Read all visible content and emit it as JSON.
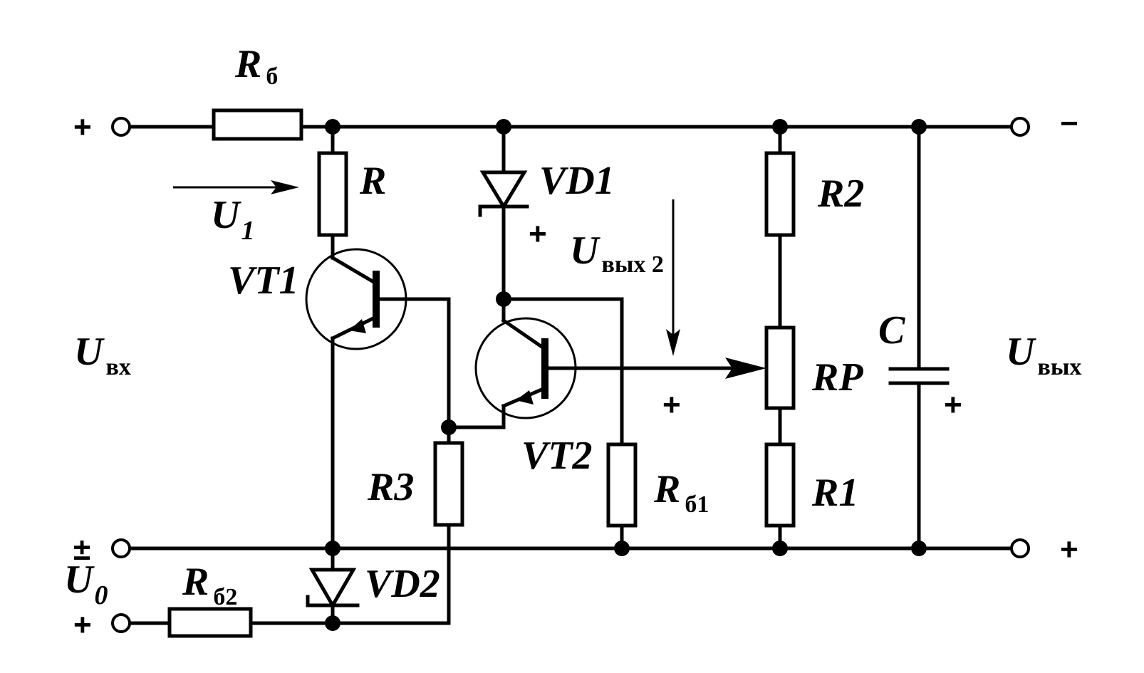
{
  "components": {
    "Rb": {
      "symbol": "R",
      "sub": "б"
    },
    "R": {
      "symbol": "R"
    },
    "VD1": {
      "symbol": "VD1"
    },
    "VT1": {
      "symbol": "VT1"
    },
    "VT2": {
      "symbol": "VT2"
    },
    "R2": {
      "symbol": "R2"
    },
    "RP": {
      "symbol": "RP"
    },
    "R1": {
      "symbol": "R1"
    },
    "C": {
      "symbol": "C"
    },
    "R3": {
      "symbol": "R3"
    },
    "Rb1": {
      "symbol": "R",
      "sub": "б1"
    },
    "Rb2": {
      "symbol": "R",
      "sub": "б2"
    },
    "VD2": {
      "symbol": "VD2"
    }
  },
  "voltages": {
    "U1": {
      "symbol": "U",
      "sub": "1"
    },
    "Uvx": {
      "symbol": "U",
      "sub": "вх"
    },
    "Uvyx": {
      "symbol": "U",
      "sub": "вых"
    },
    "Uvyx2": {
      "symbol": "U",
      "sub": "вых 2"
    },
    "U0": {
      "symbol": "U",
      "sub": "0"
    }
  },
  "signs": {
    "plus": "+",
    "minus": "−",
    "plusminus": "±"
  }
}
